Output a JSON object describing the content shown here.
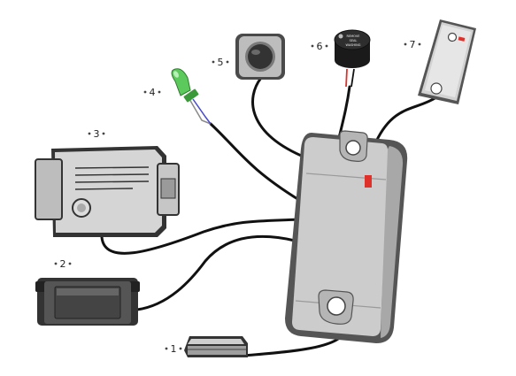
{
  "labels": {
    "c1": "1",
    "c2": "2",
    "c3": "3",
    "c4": "4",
    "c5": "5",
    "c6": "6",
    "c7": "7"
  },
  "colors": {
    "device_body": "#c9c9c9",
    "device_edge": "#555555",
    "cable": "#111111",
    "led_green": "#5cc95c",
    "indicator_red": "#e0302a",
    "buzzer_body": "#1a1a1a"
  }
}
